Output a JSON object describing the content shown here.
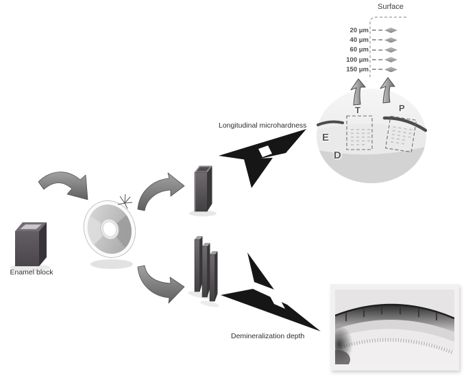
{
  "flow": {
    "enamel_block_label": "Enamel block",
    "longitudinal_label": "Longitudinal microhardness",
    "demineralization_label": "Demineralization depth"
  },
  "surface_diagram": {
    "title": "Surface",
    "markers": [
      "20 μm",
      "40 μm",
      "60 μm",
      "100 μm",
      "150 μm"
    ]
  },
  "specimen_map": {
    "test_area_label": "T",
    "placebo_area_label": "P",
    "enamel_label": "E",
    "dentin_label": "D"
  },
  "colors": {
    "black_arrow": "#161616",
    "gray_arrow": "#8a8a8a",
    "dark_surface_line": "#4c4c4c"
  }
}
